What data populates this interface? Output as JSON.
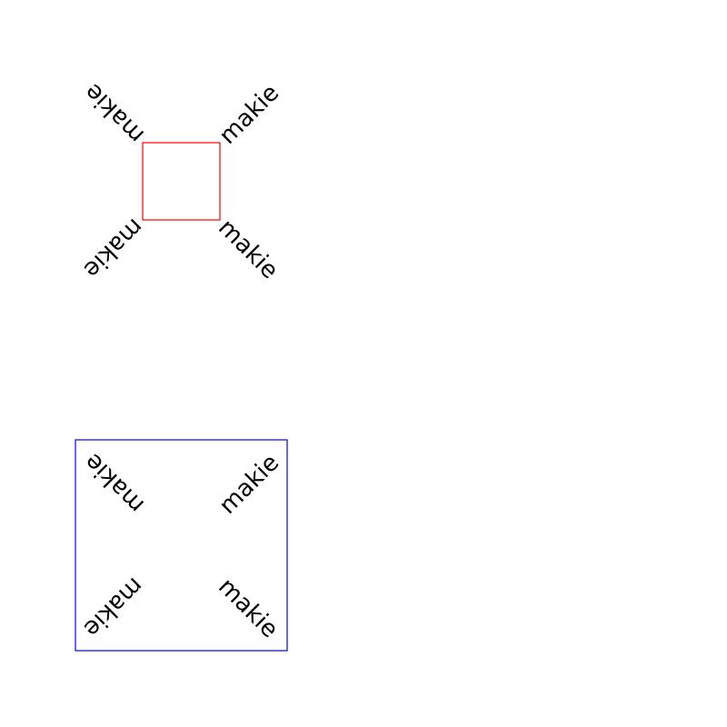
{
  "scene": {
    "background": "#ffffff"
  },
  "top_group": {
    "box_color": "#ff0000",
    "labels": {
      "top_left": "makie",
      "top_right": "makie",
      "bottom_left": "makie",
      "bottom_right": "makie"
    }
  },
  "bottom_group": {
    "box_color": "#0000ff",
    "labels": {
      "top_left": "makie",
      "top_right": "makie",
      "bottom_left": "makie",
      "bottom_right": "makie"
    }
  }
}
